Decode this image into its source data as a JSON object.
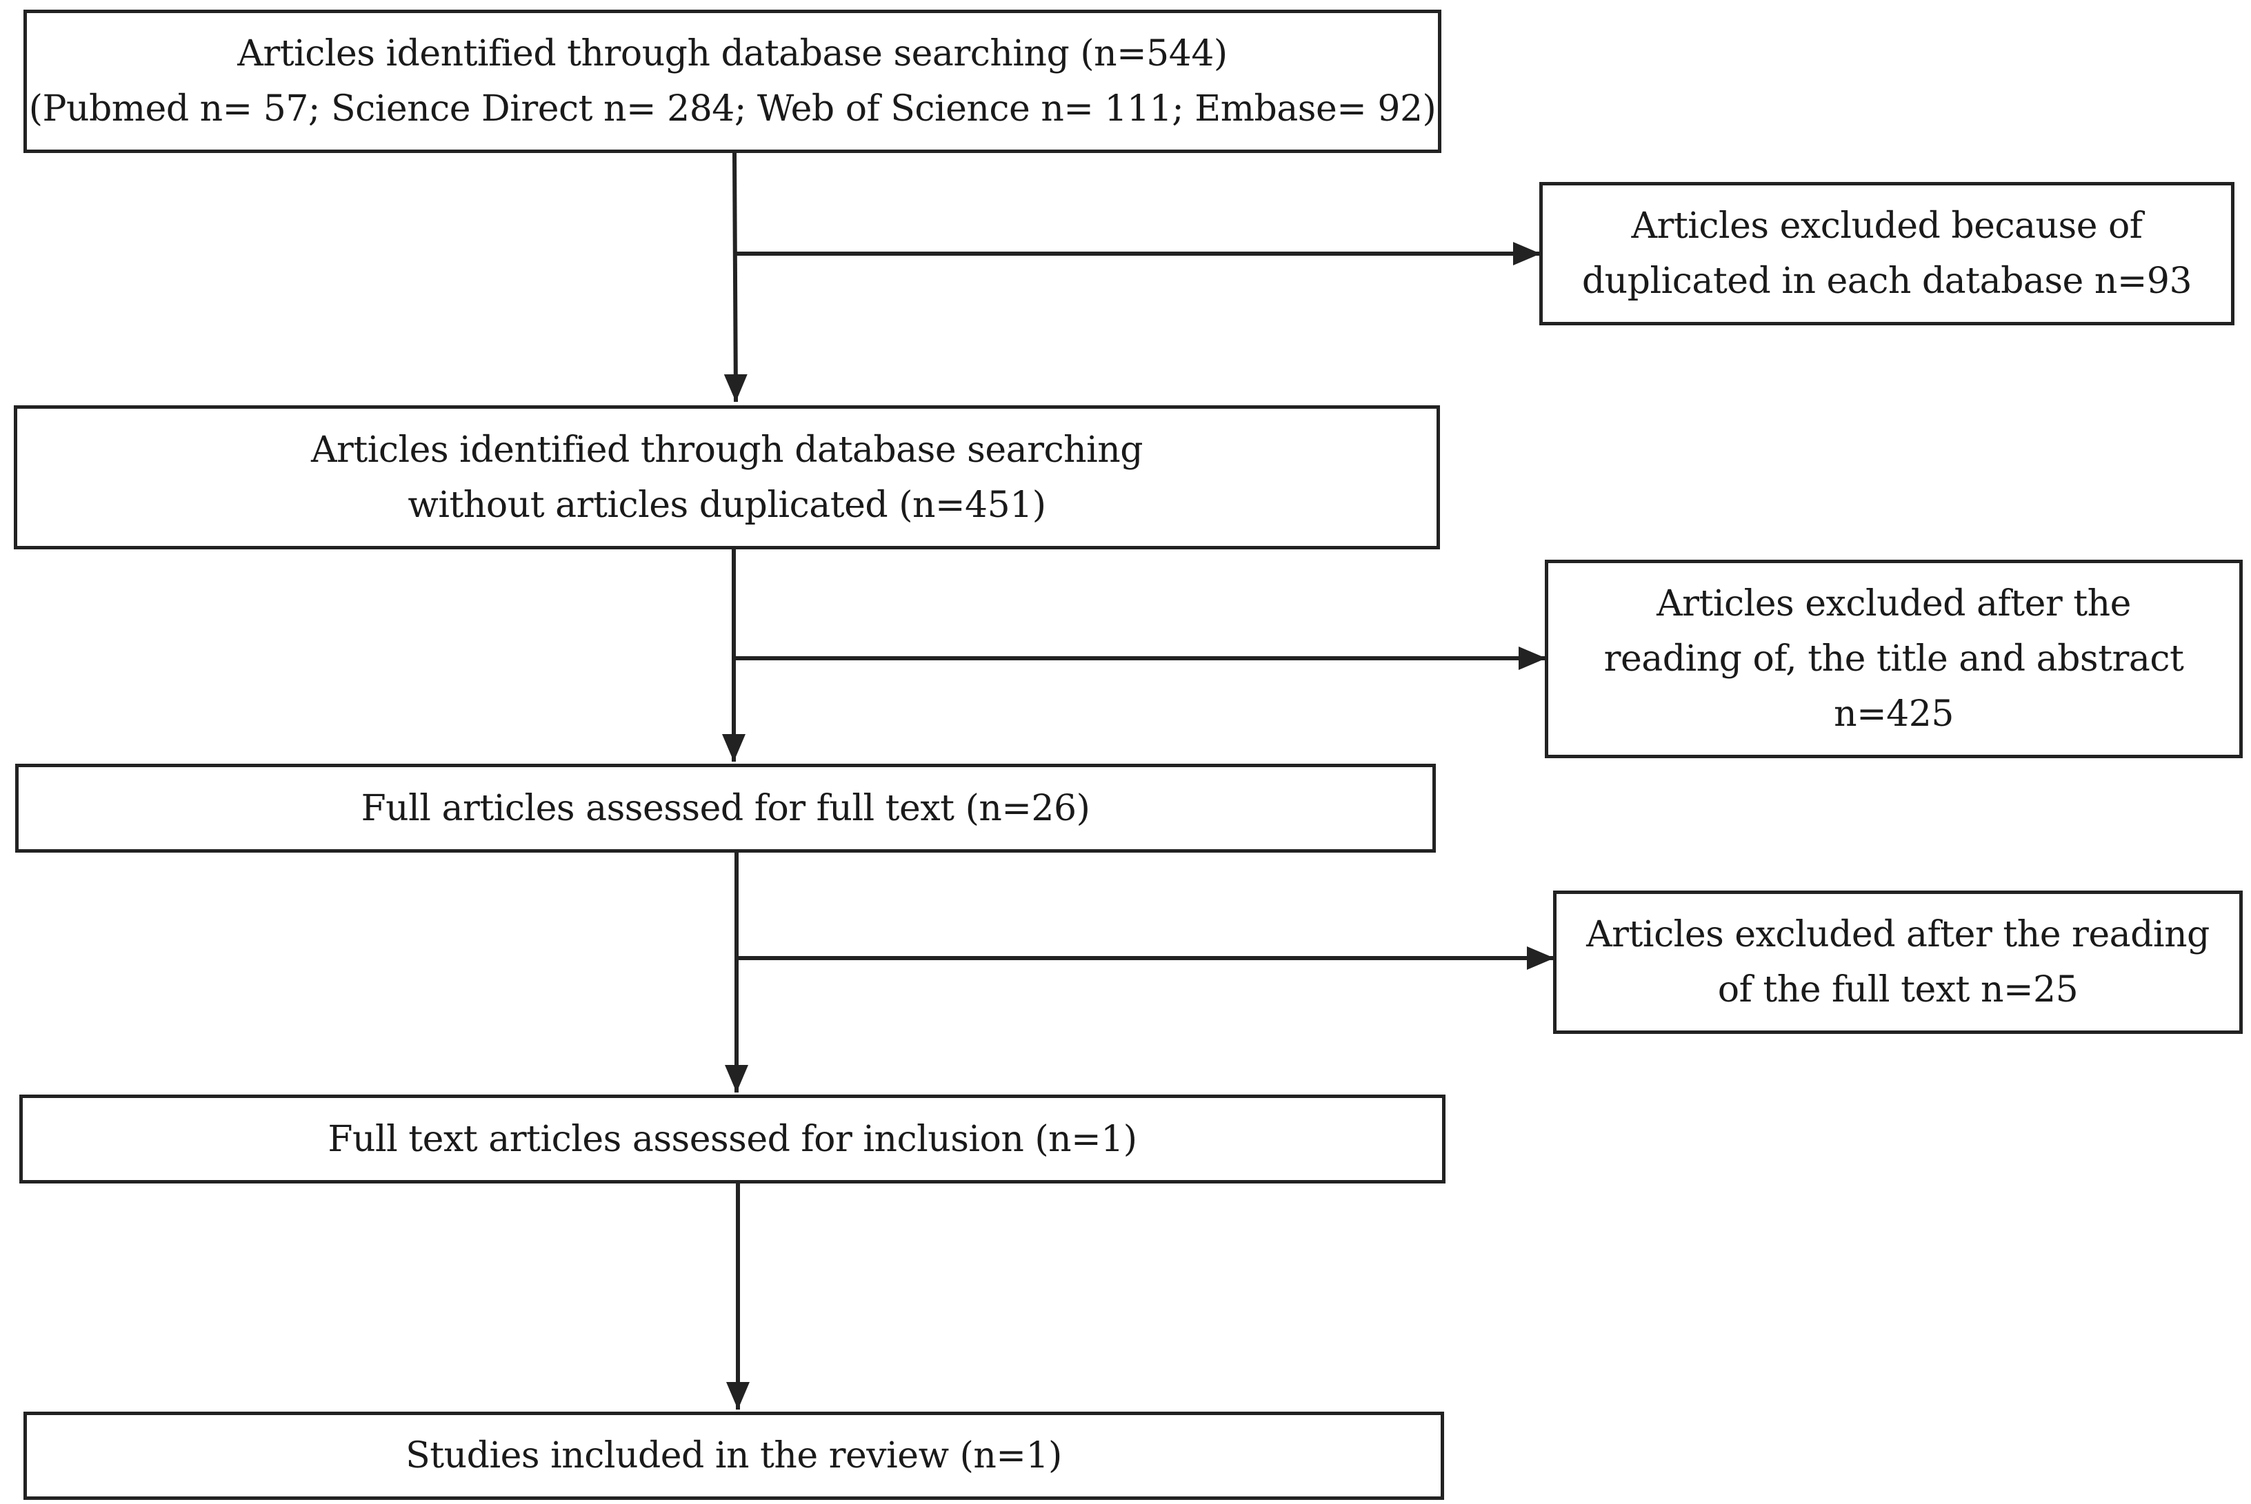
{
  "colors": {
    "line": "#222222",
    "background": "#ffffff",
    "text": "#1a1a1a"
  },
  "boxes": {
    "identified": {
      "lines": [
        "Articles identified through database searching (n=544)",
        "(Pubmed n= 57; Science Direct n= 284; Web of Science n= 111; Embase= 92)"
      ]
    },
    "excluded_duplicates": {
      "lines": [
        "Articles excluded because of",
        "duplicated in each database n=93"
      ]
    },
    "without_duplicates": {
      "lines": [
        "Articles identified through database searching",
        "without articles duplicated (n=451)"
      ]
    },
    "excluded_title_abstract": {
      "lines": [
        "Articles excluded after the",
        "reading of, the title and abstract",
        "n=425"
      ]
    },
    "full_assessed": {
      "lines": [
        "Full articles assessed for full text (n=26)"
      ]
    },
    "excluded_full_text": {
      "lines": [
        "Articles excluded after the reading",
        "of the full text n=25"
      ]
    },
    "inclusion_assessed": {
      "lines": [
        "Full text articles assessed for inclusion (n=1)"
      ]
    },
    "included": {
      "lines": [
        "Studies included in the review (n=1)"
      ]
    }
  }
}
